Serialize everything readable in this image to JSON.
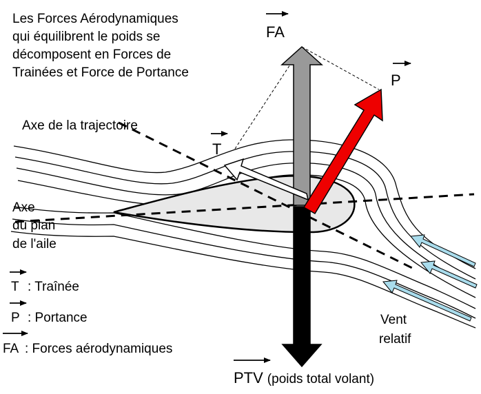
{
  "intro": {
    "lines": [
      "Les Forces Aérodynamiques",
      "qui équilibrent le poids se",
      "décomposent en Forces de",
      "Trainées et Force de Portance"
    ]
  },
  "labels": {
    "axe_trajectoire": "Axe de la trajectoire",
    "axe_plan": [
      "Axe",
      "du plan",
      "de l'aile"
    ],
    "fa": "FA",
    "p": "P",
    "t": "T",
    "ptv": "PTV",
    "ptv_note": "(poids total volant)",
    "vent": [
      "Vent",
      "relatif"
    ]
  },
  "legend": [
    {
      "symbol": "T",
      "text": ": Traînée"
    },
    {
      "symbol": "P",
      "text": ": Portance"
    },
    {
      "symbol": "FA",
      "text": ": Forces aérodynamiques"
    }
  ],
  "colors": {
    "fa_arrow": "#999999",
    "p_arrow": "#ee0000",
    "ptv_arrow": "#000000",
    "t_arrow": "#ffffff",
    "wind_arrow": "#a9dcec",
    "wing_fill": "#e8e8e8"
  }
}
